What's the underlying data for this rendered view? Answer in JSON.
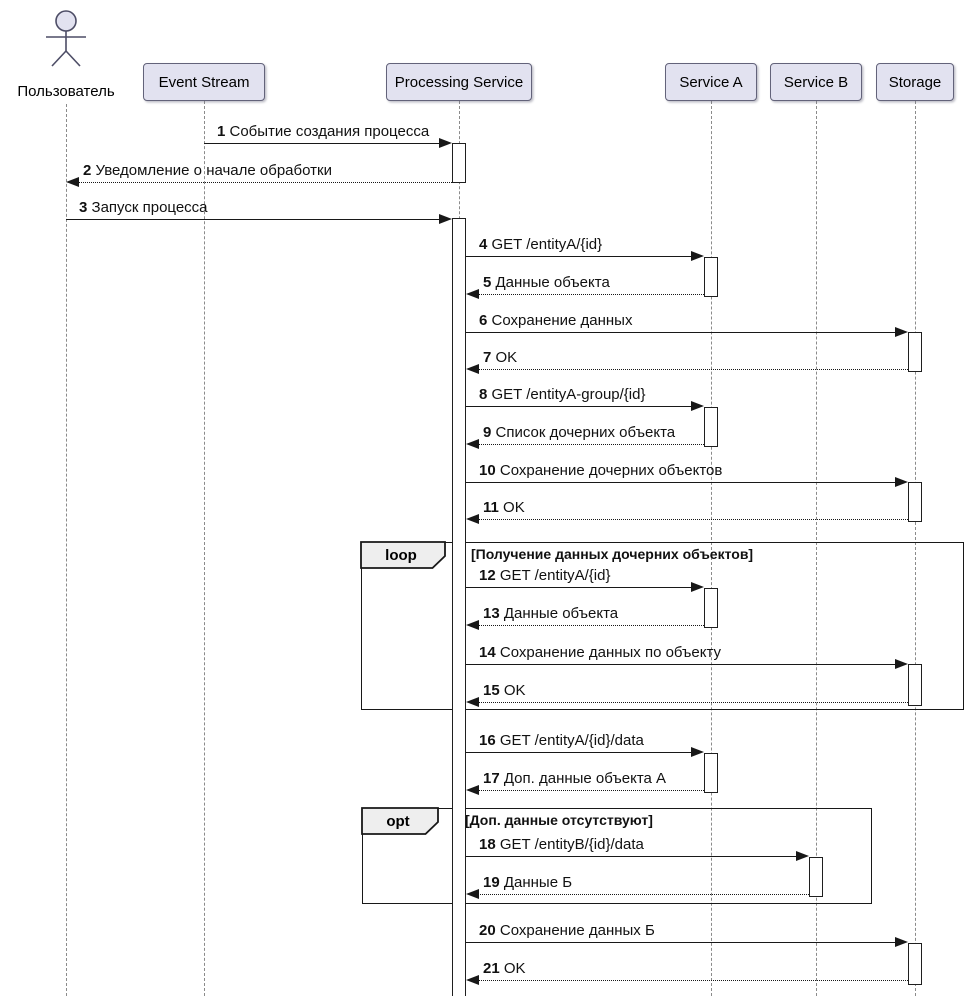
{
  "diagram": {
    "type": "sequence",
    "actor": {
      "id": "user",
      "label": "Пользователь"
    },
    "participants": [
      {
        "id": "event",
        "label": "Event Stream"
      },
      {
        "id": "proc",
        "label": "Processing Service"
      },
      {
        "id": "svcA",
        "label": "Service A"
      },
      {
        "id": "svcB",
        "label": "Service B"
      },
      {
        "id": "storage",
        "label": "Storage"
      }
    ],
    "messages": [
      {
        "num": "1",
        "text": "Событие создания процесса",
        "from": "event",
        "to": "proc",
        "style": "solid"
      },
      {
        "num": "2",
        "text": "Уведомление о начале обработки",
        "from": "proc",
        "to": "user",
        "style": "return"
      },
      {
        "num": "3",
        "text": "Запуск процесса",
        "from": "user",
        "to": "proc",
        "style": "solid"
      },
      {
        "num": "4",
        "text": "GET /entityA/{id}",
        "from": "proc",
        "to": "svcA",
        "style": "solid"
      },
      {
        "num": "5",
        "text": "Данные объекта",
        "from": "svcA",
        "to": "proc",
        "style": "return"
      },
      {
        "num": "6",
        "text": "Сохранение данных",
        "from": "proc",
        "to": "storage",
        "style": "solid"
      },
      {
        "num": "7",
        "text": "OK",
        "from": "storage",
        "to": "proc",
        "style": "return"
      },
      {
        "num": "8",
        "text": "GET /entityA-group/{id}",
        "from": "proc",
        "to": "svcA",
        "style": "solid"
      },
      {
        "num": "9",
        "text": "Список дочерних объекта",
        "from": "svcA",
        "to": "proc",
        "style": "return"
      },
      {
        "num": "10",
        "text": "Сохранение дочерних объектов",
        "from": "proc",
        "to": "storage",
        "style": "solid"
      },
      {
        "num": "11",
        "text": "OK",
        "from": "storage",
        "to": "proc",
        "style": "return"
      },
      {
        "num": "12",
        "text": "GET /entityA/{id}",
        "from": "proc",
        "to": "svcA",
        "style": "solid"
      },
      {
        "num": "13",
        "text": "Данные объекта",
        "from": "svcA",
        "to": "proc",
        "style": "return"
      },
      {
        "num": "14",
        "text": "Сохранение данных по объекту",
        "from": "proc",
        "to": "storage",
        "style": "solid"
      },
      {
        "num": "15",
        "text": "OK",
        "from": "storage",
        "to": "proc",
        "style": "return"
      },
      {
        "num": "16",
        "text": "GET /entityA/{id}/data",
        "from": "proc",
        "to": "svcA",
        "style": "solid"
      },
      {
        "num": "17",
        "text": "Доп. данные объекта А",
        "from": "svcA",
        "to": "proc",
        "style": "return"
      },
      {
        "num": "18",
        "text": "GET /entityB/{id}/data",
        "from": "proc",
        "to": "svcB",
        "style": "solid"
      },
      {
        "num": "19",
        "text": "Данные Б",
        "from": "svcB",
        "to": "proc",
        "style": "return"
      },
      {
        "num": "20",
        "text": "Сохранение данных Б",
        "from": "proc",
        "to": "storage",
        "style": "solid"
      },
      {
        "num": "21",
        "text": "OK",
        "from": "storage",
        "to": "proc",
        "style": "return"
      }
    ],
    "frames": [
      {
        "kind": "loop",
        "keyword": "loop",
        "condition": "[Получение данных дочерних объектов]"
      },
      {
        "kind": "opt",
        "keyword": "opt",
        "condition": "[Доп. данные отсутствуют]"
      }
    ],
    "colors": {
      "participant_fill": "#E2E2F0",
      "participant_border": "#63637a",
      "frame_border": "#181818",
      "frame_tab_fill": "#EEEEEE",
      "lifeline": "#8b8b8b",
      "arrow": "#181818",
      "background": "#FFFFFF"
    }
  }
}
